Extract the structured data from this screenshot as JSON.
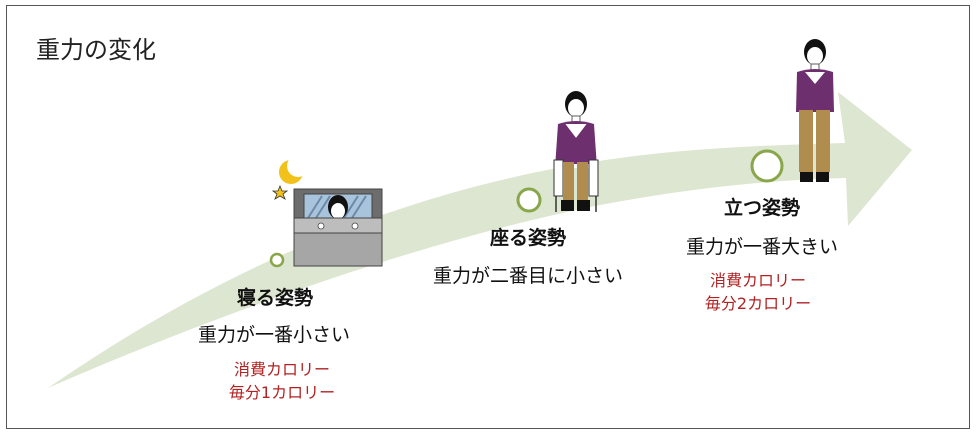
{
  "title": "重力の変化",
  "colors": {
    "arrow": "#dde6d0",
    "circle": "#8aa64a",
    "figure_top": "#6e2f6e",
    "figure_bottom": "#b08d4f",
    "calorie_text": "#b22222"
  },
  "stages": [
    {
      "posture": "寝る姿勢",
      "gravity": "重力が一番小さい",
      "calorie_line1": "消費カロリー",
      "calorie_line2": "毎分1カロリー"
    },
    {
      "posture": "座る姿勢",
      "gravity": "重力が二番目に小さい"
    },
    {
      "posture": "立つ姿勢",
      "gravity": "重力が一番大きい",
      "calorie_line1": "消費カロリー",
      "calorie_line2": "毎分2カロリー"
    }
  ],
  "icons": {
    "moon": "moon-icon",
    "star": "star-icon"
  }
}
